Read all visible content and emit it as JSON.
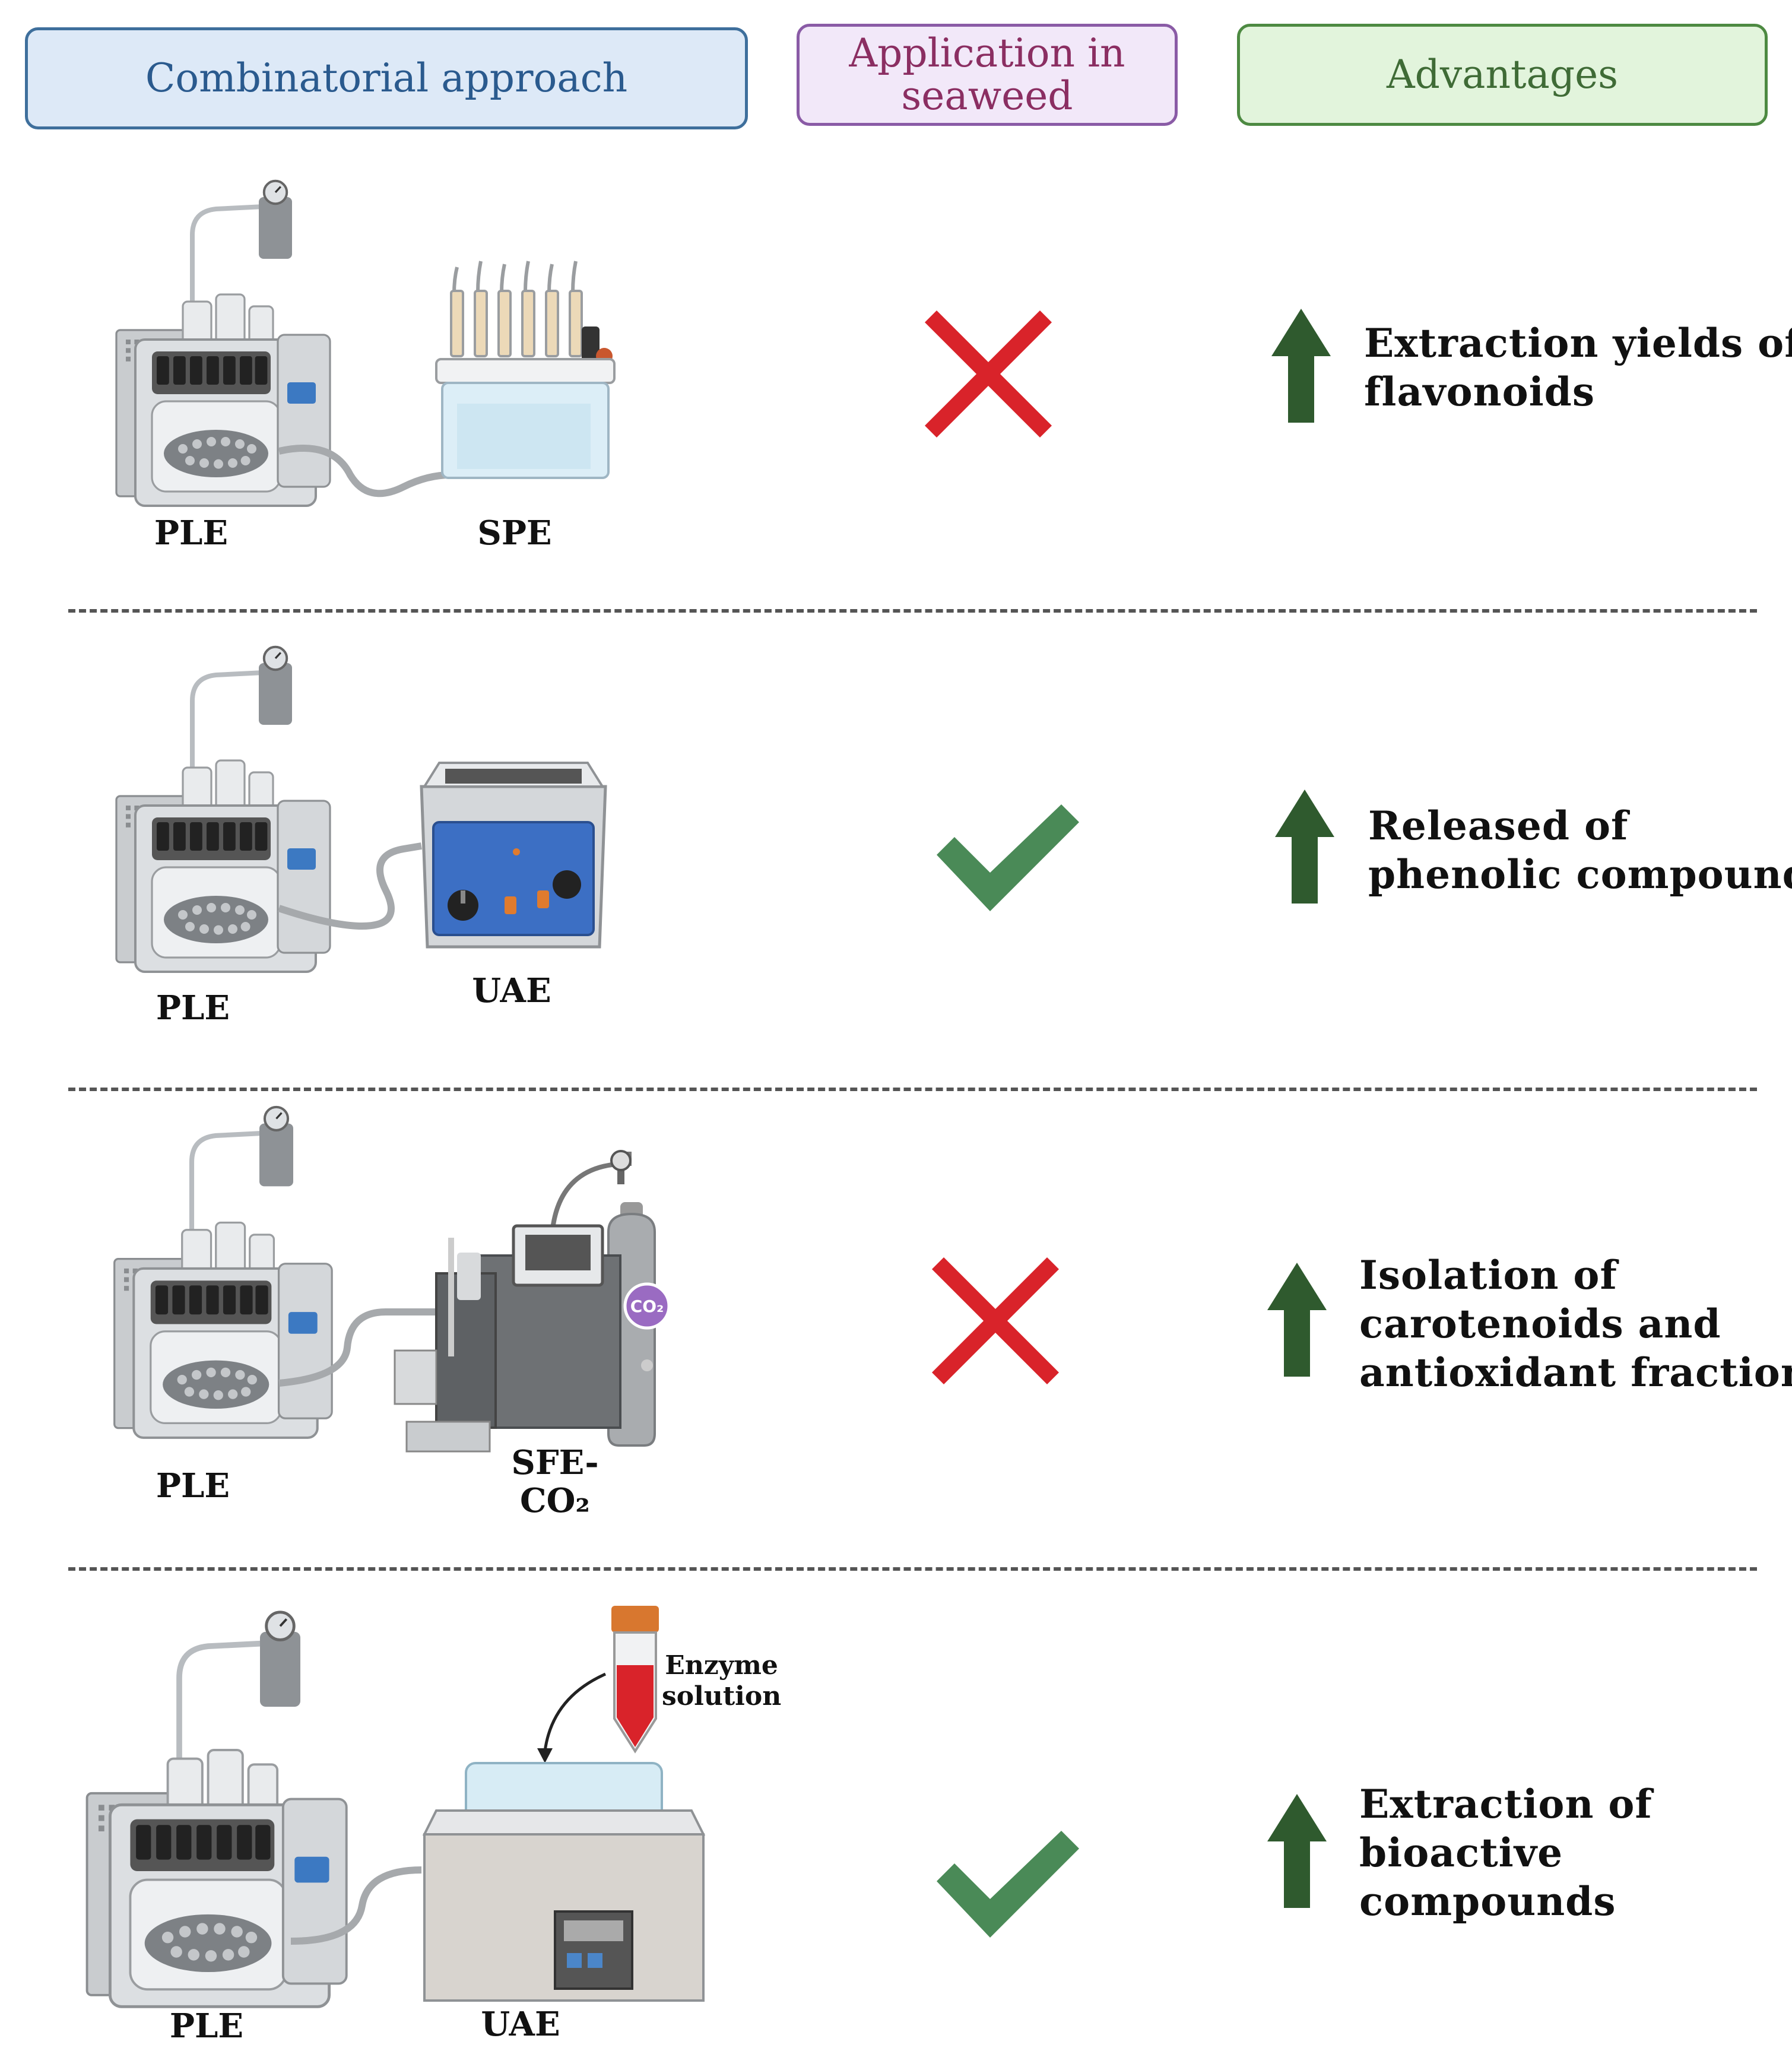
{
  "headers": {
    "approach": "Combinatorial approach",
    "application_line1": "Application in",
    "application_line2": "seaweed",
    "advantages": "Advantages"
  },
  "rows": [
    {
      "left_label": "PLE",
      "right_label": "SPE",
      "application": "cross",
      "advantage": [
        "Extraction yields of",
        "flavonoids"
      ]
    },
    {
      "left_label": "PLE",
      "right_label": "UAE",
      "application": "check",
      "advantage": [
        "Released of",
        "phenolic compounds"
      ]
    },
    {
      "left_label": "PLE",
      "right_label_line1": "SFE-",
      "right_label_line2": "CO₂",
      "cylinder_badge": "CO₂",
      "application": "cross",
      "advantage": [
        "Isolation of",
        "carotenoids and",
        "antioxidant fraction"
      ]
    },
    {
      "left_label": "PLE",
      "right_label": "UAE",
      "enzyme_line1": "Enzyme",
      "enzyme_line2": "solution",
      "application": "check",
      "advantage": [
        "Extraction of",
        "bioactive",
        "compounds"
      ]
    }
  ],
  "colors": {
    "cross": "#d9232a",
    "check": "#4a8a57",
    "arrow": "#2f5a2e"
  }
}
